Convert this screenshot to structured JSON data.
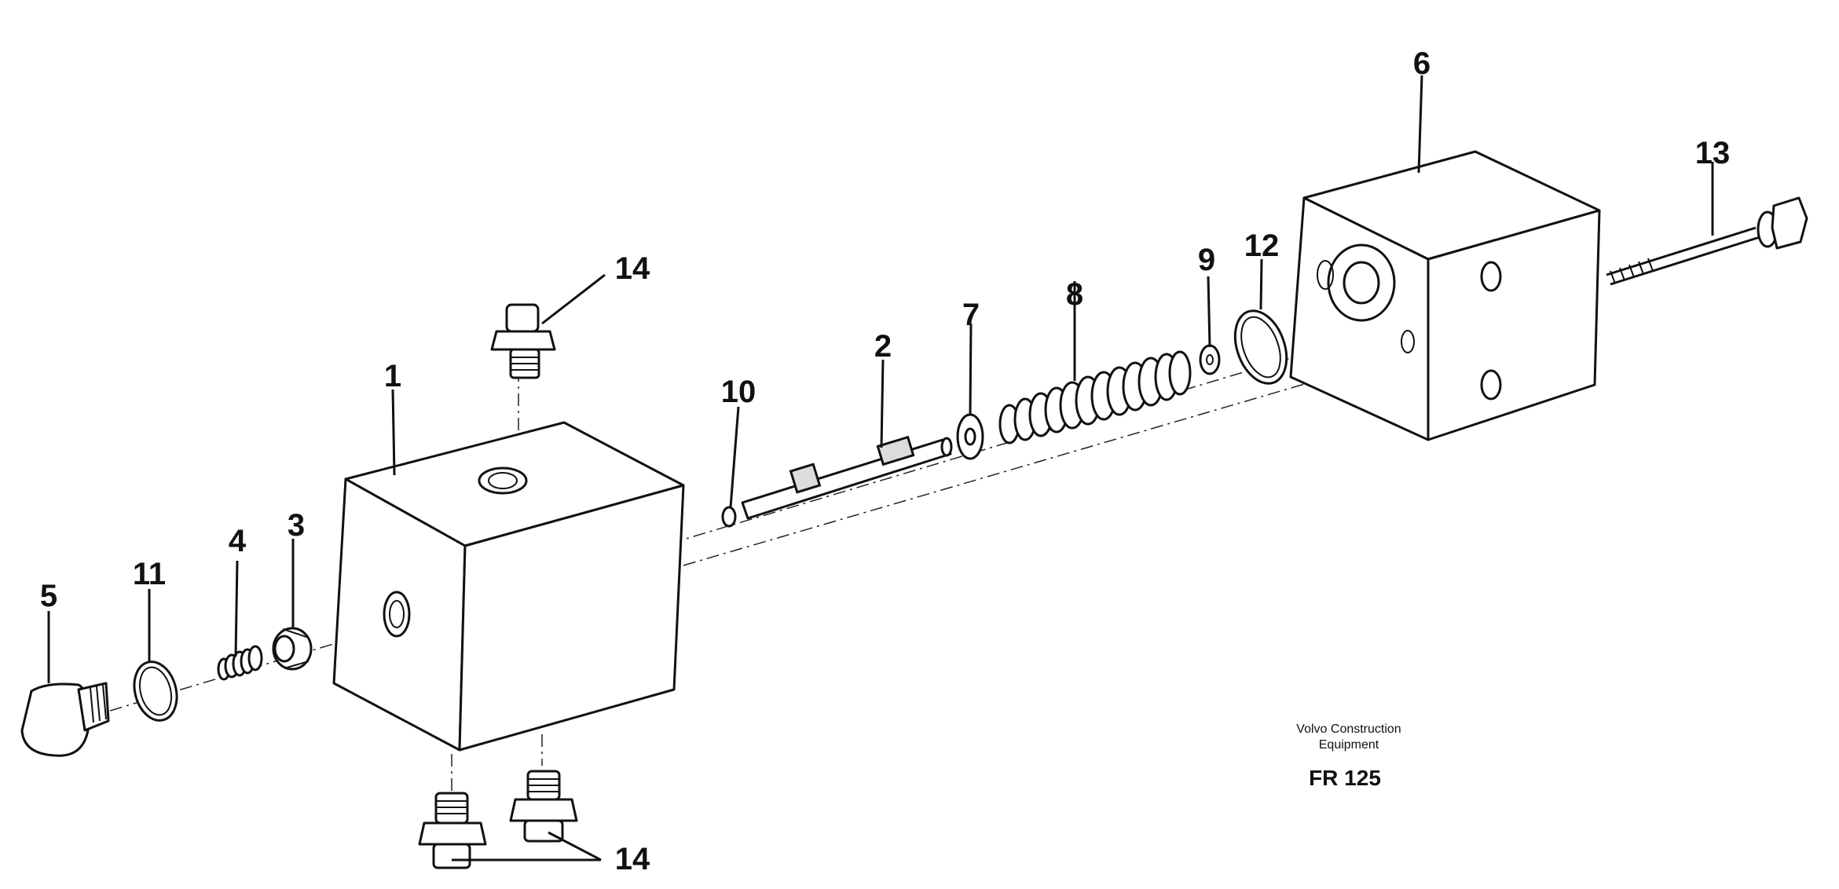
{
  "callouts": {
    "c1": "1",
    "c2": "2",
    "c3": "3",
    "c4": "4",
    "c5": "5",
    "c6": "6",
    "c7": "7",
    "c8": "8",
    "c9": "9",
    "c10": "10",
    "c11": "11",
    "c12": "12",
    "c13": "13",
    "c14_top": "14",
    "c14_bottom": "14"
  },
  "caption": {
    "line1": "Volvo Construction",
    "line2": "Equipment",
    "code": "FR 125"
  }
}
